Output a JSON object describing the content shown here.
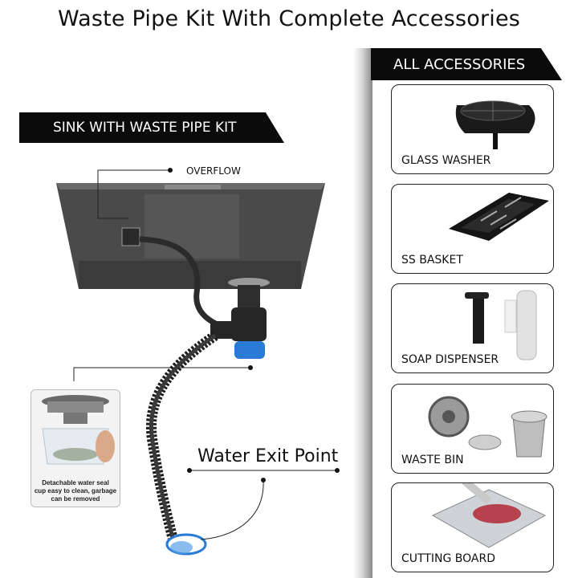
{
  "title": "Waste Pipe Kit With Complete Accessories",
  "left_banner": "SINK WITH WASTE PIPE  KIT",
  "right_banner": "ALL ACCESSORIES",
  "callouts": {
    "overflow": "OVERFLOW",
    "water_exit": "Water Exit Point"
  },
  "inset_caption": {
    "line1": "Detachable water seal",
    "line2": "cup easy to clean, garbage",
    "line3": "can be removed"
  },
  "accessories": [
    {
      "label": "GLASS WASHER",
      "icon": "glass-washer-icon"
    },
    {
      "label": "SS BASKET",
      "icon": "basket-icon"
    },
    {
      "label": "SOAP DISPENSER",
      "icon": "soap-dispenser-icon"
    },
    {
      "label": "WASTE BIN",
      "icon": "waste-bin-icon"
    },
    {
      "label": "CUTTING BOARD",
      "icon": "cutting-board-icon"
    }
  ],
  "colors": {
    "banner": "#0b0b0b",
    "sink": "#4a4a4a",
    "water_blue": "#2a7bd6"
  }
}
